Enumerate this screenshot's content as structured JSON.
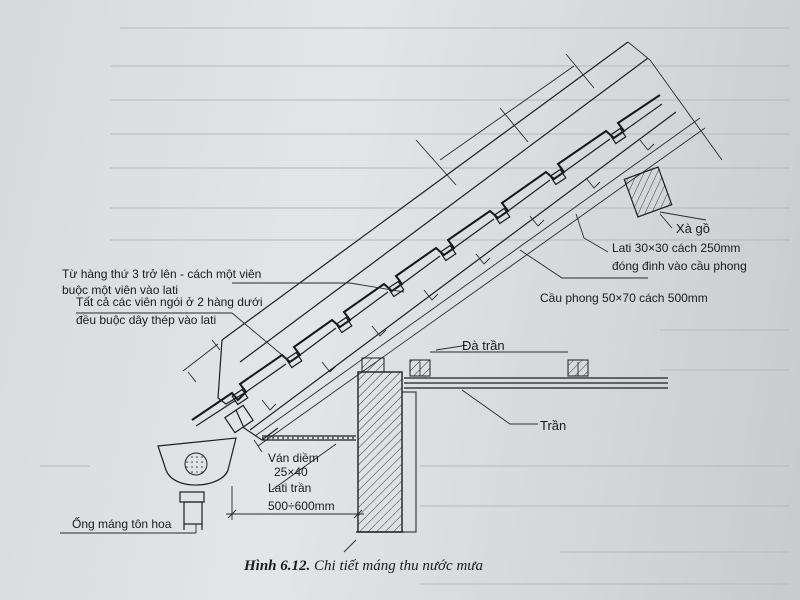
{
  "figure": {
    "caption_number": "Hình 6.12.",
    "caption_text": " Chi tiết máng thu nước mưa"
  },
  "labels": {
    "xa_go": "Xà gồ",
    "lati_line1": "Lati 30×30 cách 250mm",
    "lati_line2": "đóng đinh vào cầu phong",
    "tu_hang_line1": "Từ hàng thứ 3 trở lên - cách một viên",
    "tu_hang_line2": "buộc một viên vào lati",
    "tat_ca_line1": "Tất cả các viên ngói ở 2 hàng dưới",
    "tat_ca_line2": "đều buộc dây thép vào lati",
    "cau_phong": "Cầu phong 50×70 cách 500mm",
    "da_tran": "Đà trần",
    "tran": "Trần",
    "van_diem_line1": "Ván diềm",
    "van_diem_line2": "25×40",
    "lati_tran": "Lati trần",
    "dim_500_600": "500÷600mm",
    "ong_mang": "Ống máng tôn hoa"
  },
  "colors": {
    "ink": "#1e1e1e",
    "paper": "#dcdfe1",
    "hatch": "#3a3a3a"
  }
}
